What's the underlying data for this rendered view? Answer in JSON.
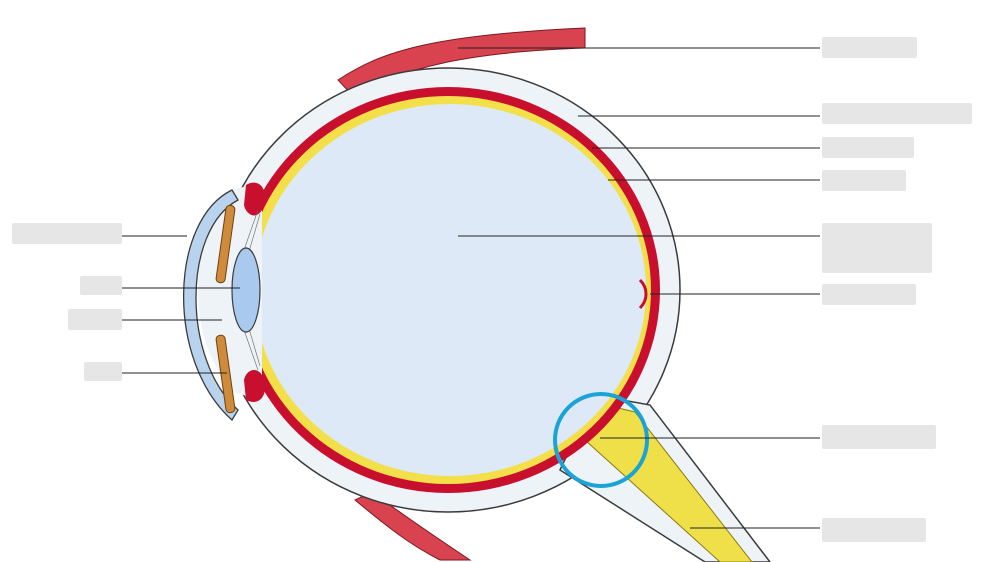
{
  "diagram": {
    "subject": "eye-cross-section",
    "colors": {
      "sclera": "#eef3f8",
      "sclera_edge": "#3b3b3b",
      "choroid": "#c8102e",
      "retina": "#f2df4a",
      "vitreous": "#dde9f6",
      "cornea": "#b9d3ee",
      "iris": "#d08a3b",
      "lens": "#a9c9ee",
      "muscle": "#d9434f",
      "optic_nerve": "#efe04a",
      "highlight_ring": "#1aa3d6",
      "leader_line": "#222222",
      "label_box": "#e6e6e6"
    },
    "highlight": "blind-spot-circle",
    "labels": [
      {
        "id": "extraocular-muscle",
        "text": ""
      },
      {
        "id": "sclera",
        "text": ""
      },
      {
        "id": "choroid",
        "text": ""
      },
      {
        "id": "retina",
        "text": ""
      },
      {
        "id": "vitreous-humor",
        "text": ""
      },
      {
        "id": "fovea",
        "text": ""
      },
      {
        "id": "blind-spot",
        "text": ""
      },
      {
        "id": "optic-nerve",
        "text": ""
      },
      {
        "id": "cornea",
        "text": ""
      },
      {
        "id": "lens",
        "text": ""
      },
      {
        "id": "pupil",
        "text": ""
      },
      {
        "id": "iris",
        "text": ""
      }
    ]
  }
}
